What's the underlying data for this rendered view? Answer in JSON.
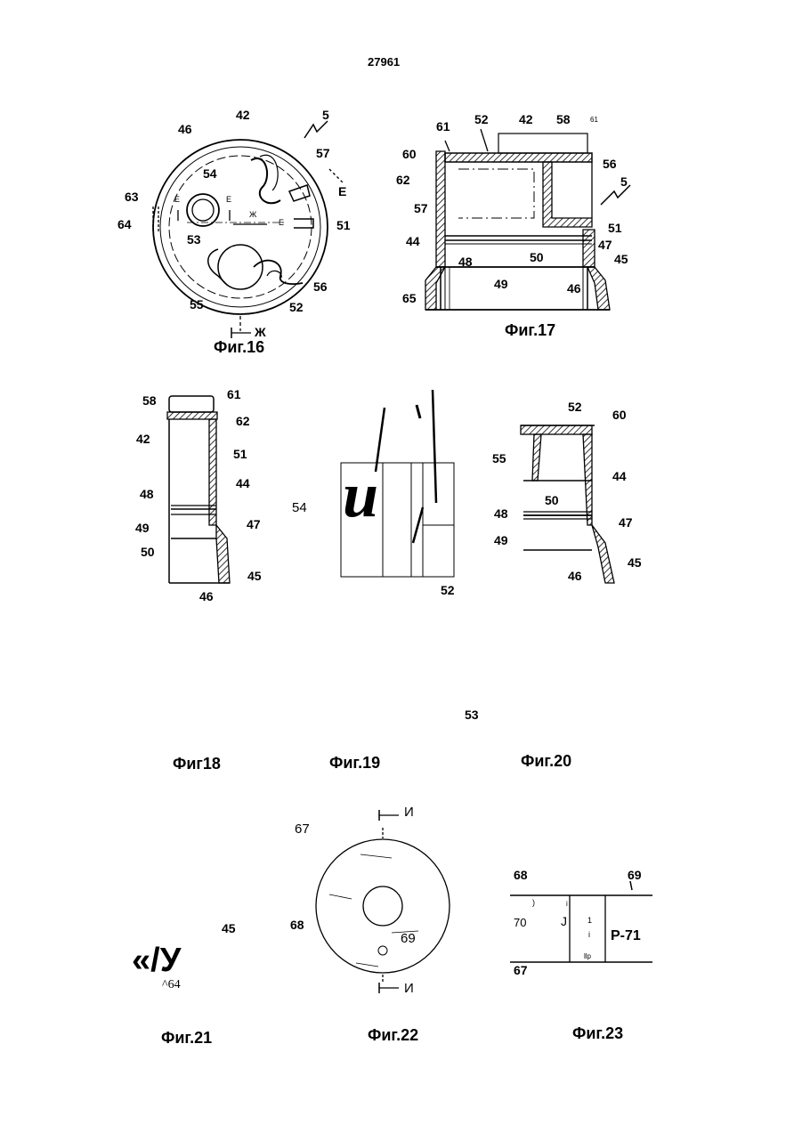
{
  "page_number": "27961",
  "figure_captions": {
    "fig16": "Фиг.16",
    "fig17": "Фиг.17",
    "fig18": "Фиг18",
    "fig19": "Фиг.19",
    "fig20": "Фиг.20",
    "fig21": "Фиг.21",
    "fig22": "Фиг.22",
    "fig23": "Фиг.23"
  },
  "fig16_labels": {
    "l46": "46",
    "l42": "42",
    "l5": "5",
    "l57": "57",
    "lE_right": "E",
    "l54": "54",
    "lE1": "E",
    "lE2": "E",
    "lZh": "Ж",
    "lE3": "E",
    "l51": "51",
    "l63": "63",
    "l64": "64",
    "l53": "53",
    "l56": "56",
    "l55": "55",
    "l52": "52",
    "lZh_bottom": "Ж"
  },
  "fig17_labels": {
    "l61": "61",
    "l52": "52",
    "l42": "42",
    "l58": "58",
    "l61b": "61",
    "l60": "60",
    "l56": "56",
    "l62": "62",
    "l5": "5",
    "l57": "57",
    "l51": "51",
    "l44": "44",
    "l47": "47",
    "l48": "48",
    "l50": "50",
    "l45": "45",
    "l49": "49",
    "l46": "46",
    "l65": "65"
  },
  "fig18_labels": {
    "l58": "58",
    "l61": "61",
    "l62": "62",
    "l42": "42",
    "l51": "51",
    "l44": "44",
    "l48": "48",
    "l47": "47",
    "l49": "49",
    "l50": "50",
    "l45": "45",
    "l46": "46"
  },
  "fig19_labels": {
    "l54": "54",
    "l52": "52",
    "l53": "53",
    "glyph": "u"
  },
  "fig20_labels": {
    "l52": "52",
    "l60": "60",
    "l55": "55",
    "l44": "44",
    "l50": "50",
    "l48": "48",
    "l49": "49",
    "l47": "47",
    "l46": "46",
    "l45": "45"
  },
  "fig21_labels": {
    "l45": "45",
    "glyph": "«/У",
    "l64": "^64"
  },
  "fig22_labels": {
    "l67": "67",
    "lI_top": "И",
    "l68": "68",
    "l69": "69",
    "lI_bottom": "И"
  },
  "fig23_labels": {
    "l68": "68",
    "l69": "69",
    "l70": "70",
    "lJ": "J",
    "lP71": "P-71",
    "l67": "67",
    "c1": "1",
    "c2": "i",
    "c3": "llp",
    "ci": "i",
    "cp": ")"
  }
}
